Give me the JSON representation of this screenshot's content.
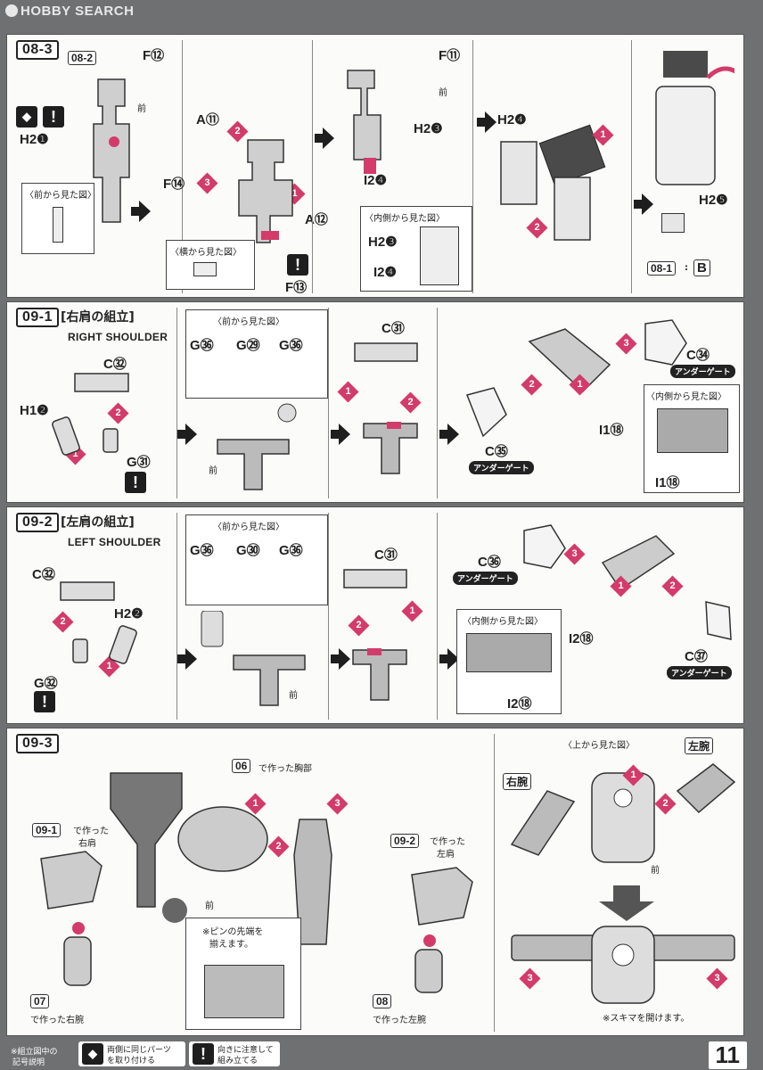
{
  "watermark": "HOBBY SEARCH",
  "page_number": "11",
  "step_08_3": {
    "step": "08-3",
    "ref_08_2": "08-2",
    "labels": {
      "F12": "F⑫",
      "front1": "前",
      "H2_1": "H2❶",
      "front_view_cap": "〈前から見た図〉",
      "A11": "A⑪",
      "F14": "F⑭",
      "A12": "A⑫",
      "side_view_cap": "〈横から見た図〉",
      "F13": "F⑬",
      "F11": "F⑪",
      "front2": "前",
      "H2_3": "H2❸",
      "I2_4": "I2❹",
      "inside_cap": "〈内側から見た図〉",
      "H2_3b": "H2❸",
      "I2_4b": "I2❹",
      "H2_4": "H2❹",
      "H2_5": "H2❺",
      "ref_08_1": "08-1",
      "ref_B": "B"
    }
  },
  "step_09_1": {
    "step": "09-1",
    "title": "[右肩の組立]",
    "subtitle": "RIGHT SHOULDER",
    "front_view_cap": "〈前から見た図〉",
    "inside_cap": "〈内側から見た図〉",
    "under_gate": "アンダーゲート",
    "labels": {
      "C32": "C㉜",
      "H1_2": "H1❷",
      "G31": "G㉛",
      "G36a": "G㊱",
      "G29": "G㉙",
      "G36b": "G㊱",
      "front": "前",
      "C31": "C㉛",
      "C34": "C㉞",
      "C35": "C㉟",
      "I1_18a": "I1⑱",
      "I1_18b": "I1⑱"
    }
  },
  "step_09_2": {
    "step": "09-2",
    "title": "[左肩の組立]",
    "subtitle": "LEFT SHOULDER",
    "front_view_cap": "〈前から見た図〉",
    "inside_cap": "〈内側から見た図〉",
    "under_gate": "アンダーゲート",
    "labels": {
      "C32": "C㉜",
      "H2_2": "H2❷",
      "G32": "G㉜",
      "G36a": "G㊱",
      "G30": "G㉚",
      "G36b": "G㊱",
      "front": "前",
      "C31": "C㉛",
      "C36": "C㊱",
      "C37": "C㊲",
      "I2_18a": "I2⑱",
      "I2_18b": "I2⑱"
    }
  },
  "step_09_3": {
    "step": "09-3",
    "ref_06": "06",
    "made_chest": "で作った胸部",
    "ref_09_1": "09-1",
    "made_right_shoulder_1": "で作った",
    "made_right_shoulder_2": "右肩",
    "ref_09_2": "09-2",
    "made_left_shoulder_1": "で作った",
    "made_left_shoulder_2": "左肩",
    "ref_07": "07",
    "made_right_arm": "で作った右腕",
    "ref_08": "08",
    "made_left_arm": "で作った左腕",
    "front": "前",
    "pin_note_1": "※ピンの先端を",
    "pin_note_2": "揃えます。",
    "top_view_cap": "〈上から見た図〉",
    "left_arm": "左腕",
    "right_arm": "右腕",
    "front2": "前",
    "gap_note": "※スキマを開けます。"
  },
  "footer": {
    "legend_1": "※組立図中の",
    "legend_2": "記号説明",
    "both_sides_1": "両側に同じパーツ",
    "both_sides_2": "を取り付ける",
    "orientation_1": "向きに注意して",
    "orientation_2": "組み立てる"
  },
  "colors": {
    "accent": "#d23b6a",
    "panel": "#fbfbfa",
    "background": "#6f7072"
  }
}
